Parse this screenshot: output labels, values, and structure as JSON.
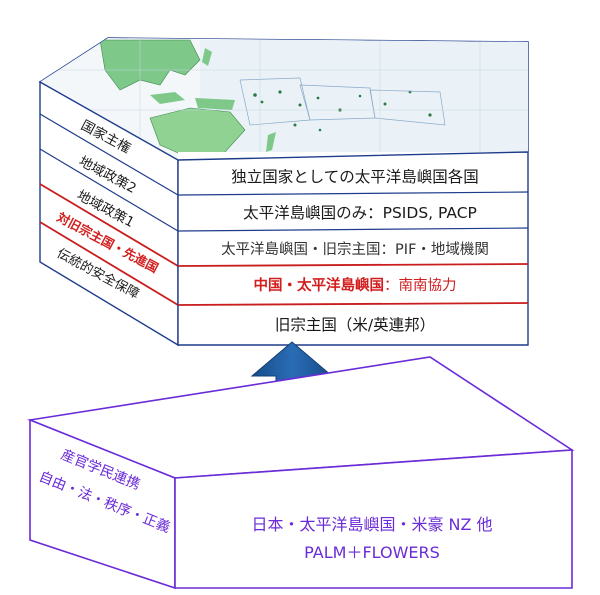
{
  "top_block": {
    "front_layers": [
      {
        "label": "独立国家としての太平洋島嶼国各国",
        "color": "#1a1a1a"
      },
      {
        "label": "太平洋島嶼国のみ：PSIDS, PACP",
        "color": "#1a1a1a"
      },
      {
        "label": "太平洋島嶼国・旧宗主国：PIF・地域機関",
        "color": "#333333"
      },
      {
        "label_main": "中国・太平洋島嶼国",
        "label_sub": "：南南協力",
        "color": "#d21e1e"
      },
      {
        "label": "旧宗主国（米/英連邦）",
        "color": "#1a1a1a"
      }
    ],
    "side_layers": [
      {
        "label": "国家主権",
        "color": "#1a1a1a"
      },
      {
        "label": "地域政策2",
        "color": "#1a1a1a"
      },
      {
        "label": "地域政策1",
        "color": "#1a1a1a"
      },
      {
        "label": "対旧宗主国・先進国",
        "color": "#d21e1e"
      },
      {
        "label": "伝統的安全保障",
        "color": "#1a1a1a"
      }
    ]
  },
  "bottom_block": {
    "side_lines": [
      "産官学民連携",
      "自由・法・秩序・正義"
    ],
    "front_lines": [
      "日本・太平洋島嶼国・米豪 NZ 他",
      "PALM＋FLOWERS"
    ],
    "color": "#6a2bd8"
  },
  "colors": {
    "outline": "#1e3c8c",
    "red_band": "#c81e1e",
    "arrow": "#1f5a9e",
    "purple": "#6a2bd8"
  }
}
